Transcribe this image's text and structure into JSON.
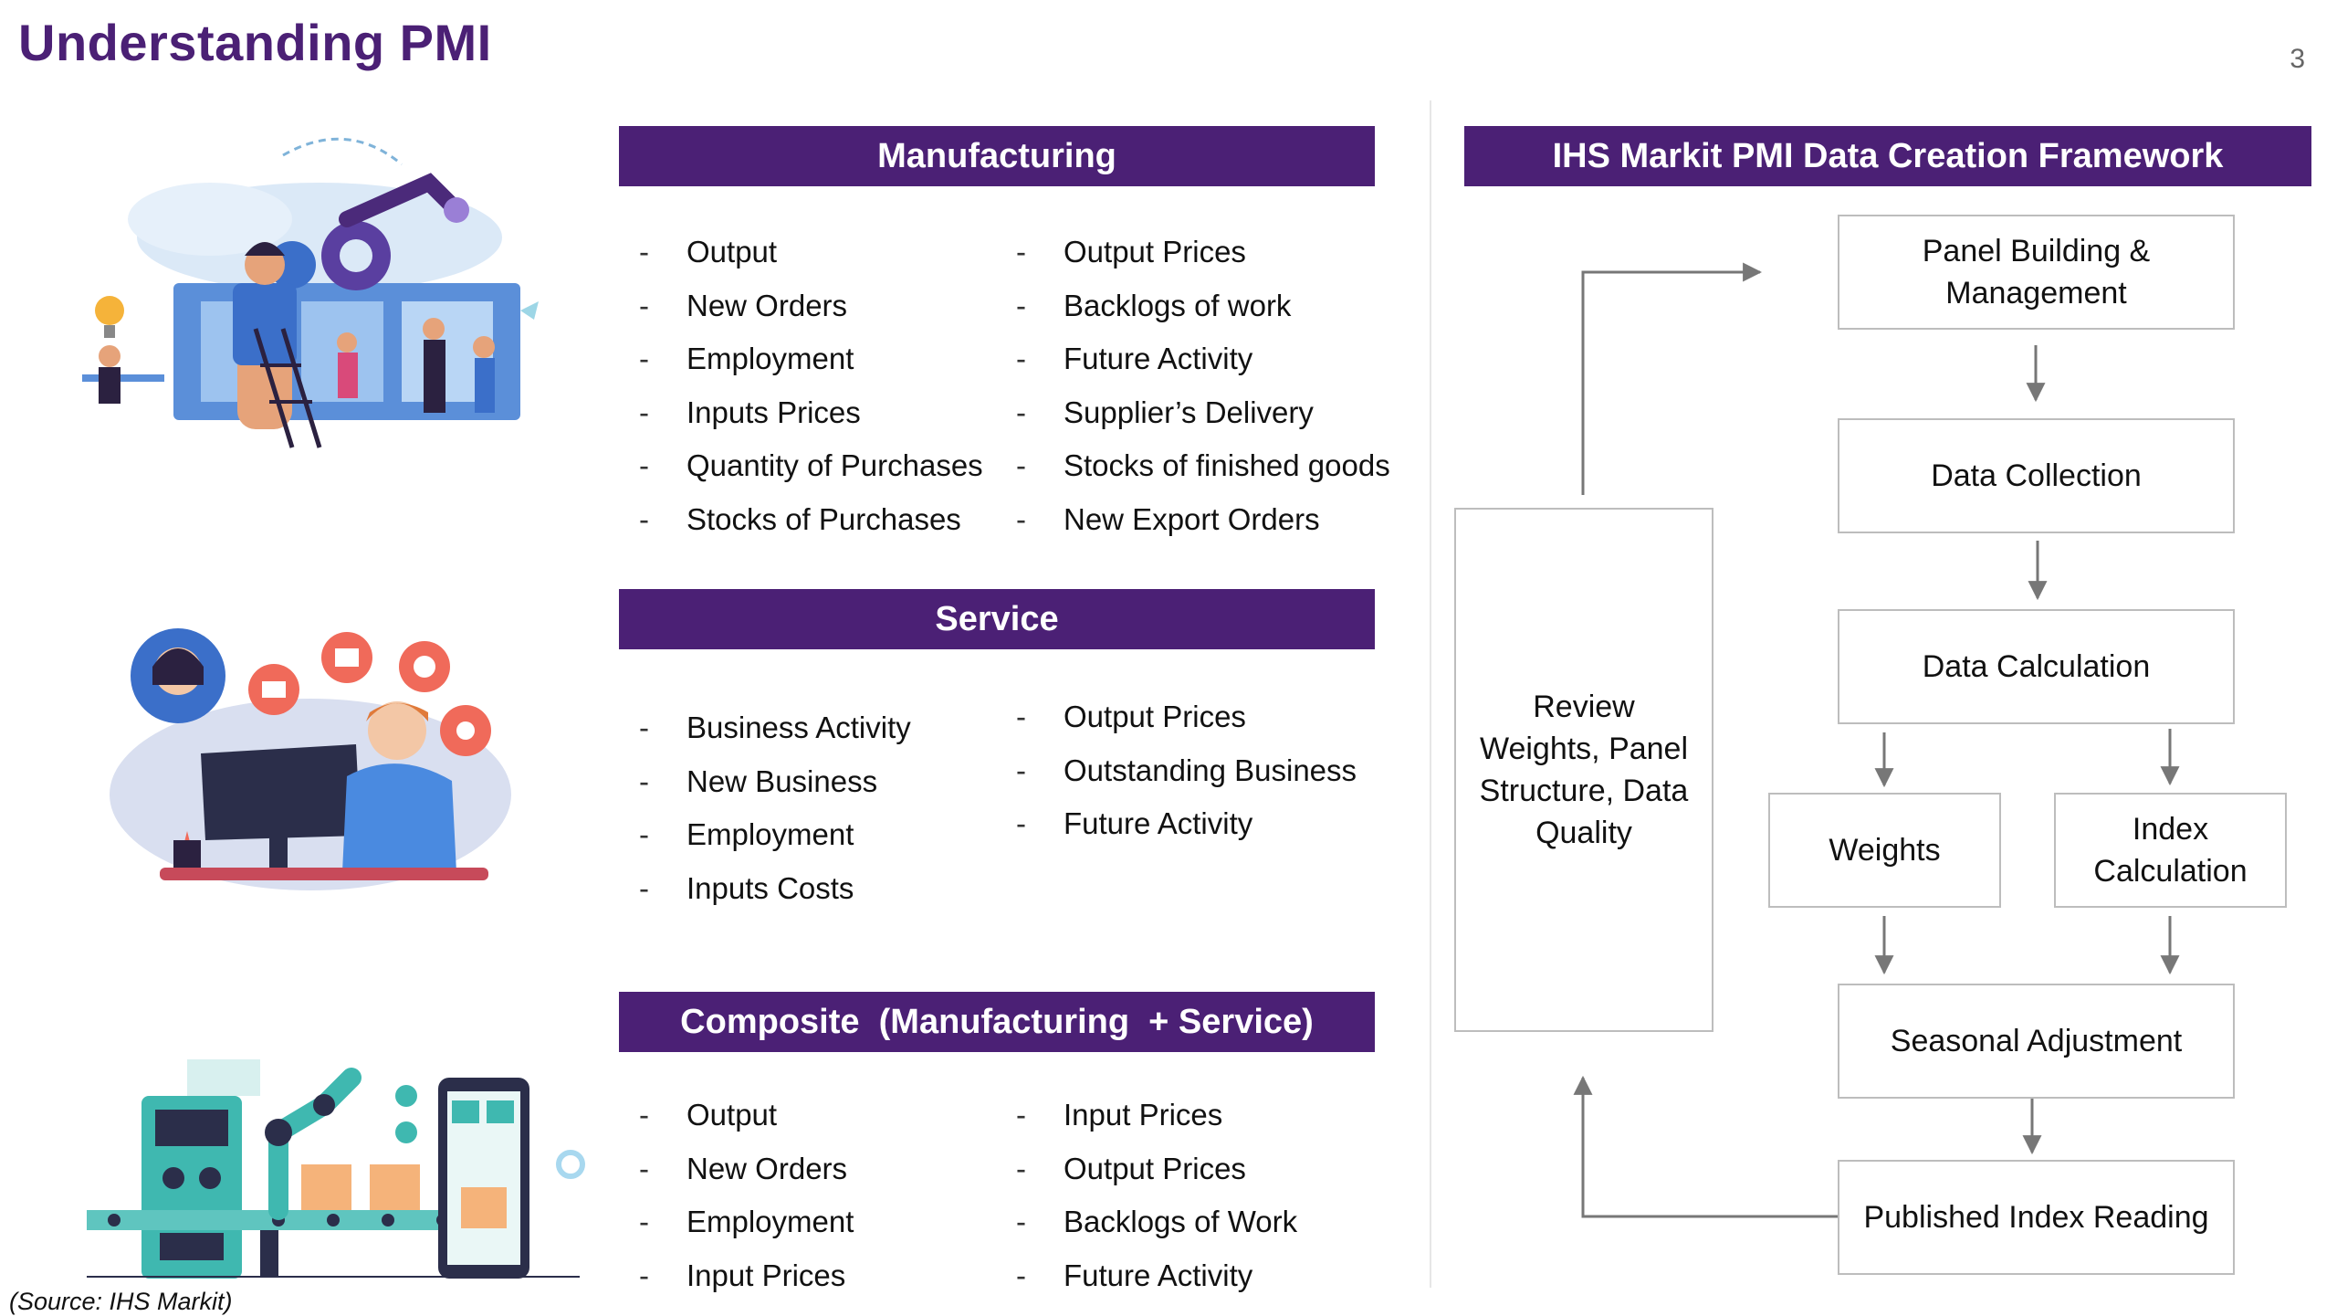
{
  "page": {
    "title": "Understanding PMI",
    "page_number": "3",
    "source": "(Source: IHS Markit)"
  },
  "manufacturing": {
    "header": "Manufacturing",
    "left": [
      "Output",
      "New Orders",
      "Employment",
      "Inputs Prices",
      "Quantity of Purchases",
      "Stocks of Purchases"
    ],
    "right": [
      "Output Prices",
      "Backlogs of work",
      "Future Activity",
      "Supplier’s Delivery",
      "Stocks of finished goods",
      "New Export Orders"
    ]
  },
  "service": {
    "header": "Service",
    "left": [
      "Business Activity",
      "New Business",
      "Employment",
      "Inputs Costs"
    ],
    "right": [
      "Output Prices",
      "Outstanding Business",
      "Future Activity"
    ]
  },
  "composite": {
    "header": "Composite  (Manufacturing  + Service)",
    "left": [
      "Output",
      "New Orders",
      "Employment",
      "Input Prices"
    ],
    "right": [
      "Input Prices",
      "Output Prices",
      "Backlogs of Work",
      "Future Activity"
    ]
  },
  "framework": {
    "header": "IHS Markit PMI Data Creation Framework",
    "panel_building": "Panel Building &\nManagement",
    "data_collection": "Data Collection",
    "data_calculation": "Data Calculation",
    "weights": "Weights",
    "index_calculation": "Index\nCalculation",
    "seasonal_adjustment": "Seasonal Adjustment",
    "published_index": "Published Index Reading",
    "review": "Review\nWeights, Panel\nStructure, Data\nQuality"
  },
  "colors": {
    "brand_purple": "#4b2075",
    "box_border": "#bdbdbd",
    "arrow": "#777777"
  }
}
